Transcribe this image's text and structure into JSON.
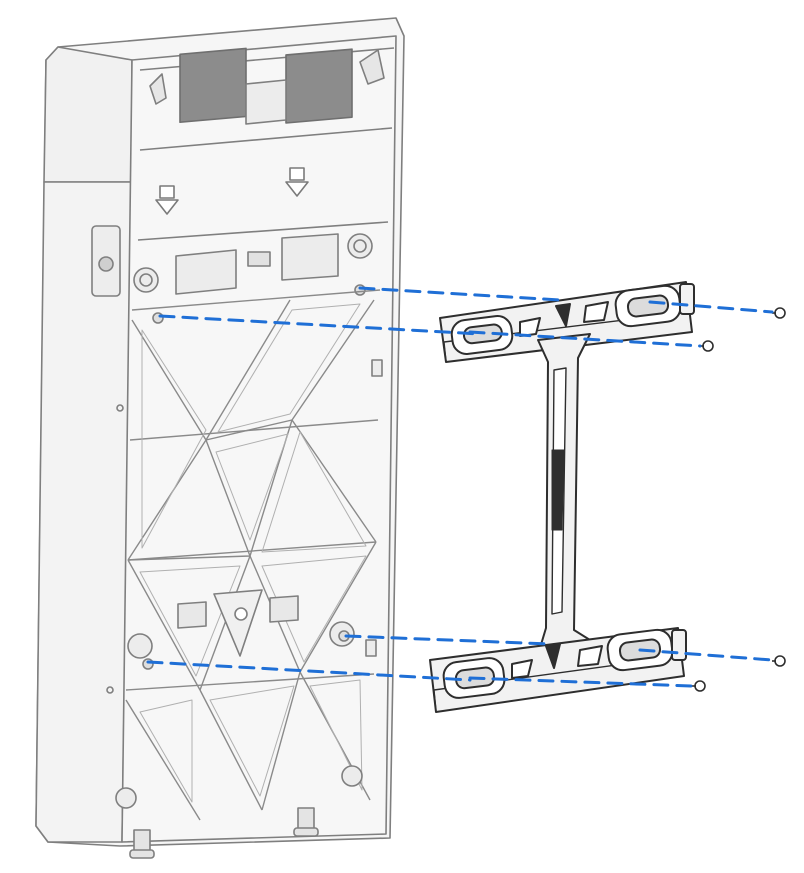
{
  "diagram": {
    "labels": [],
    "colors": {
      "background": "#ffffff",
      "unit_outline": "#7f7f7f",
      "unit_fill": "#f6f6f6",
      "unit_panel_fill": "#eeeeee",
      "vent_fill": "#8c8c8c",
      "bracket_outline": "#2e2e2e",
      "bracket_fill": "#f2f2f2",
      "guide_line": "#1f6fd6"
    },
    "parts": [
      {
        "name": "rear-of-unit",
        "kind": "device back panel"
      },
      {
        "name": "mounting-bracket",
        "kind": "wall bracket"
      },
      {
        "name": "screws",
        "count": 4
      }
    ]
  }
}
